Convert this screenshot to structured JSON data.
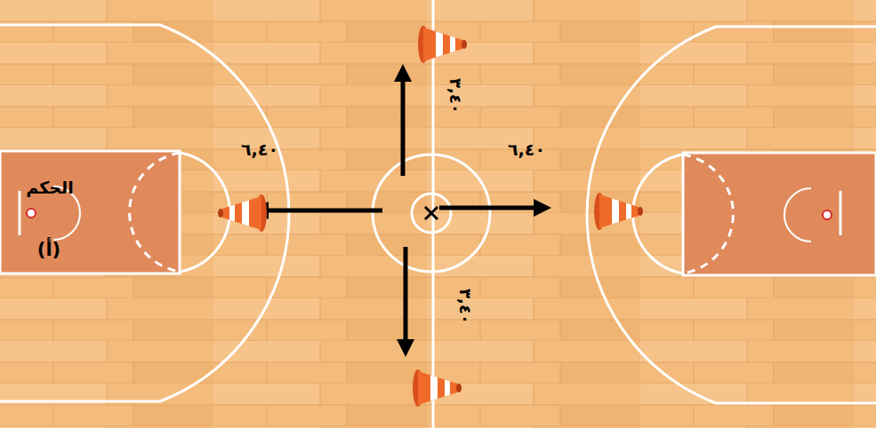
{
  "diagram": {
    "labels": [
      "الحكم",
      "(أ)",
      "٦,٤٠",
      "٦,٤٠",
      "٣,٤٠",
      "٣,٤٠"
    ]
  }
}
